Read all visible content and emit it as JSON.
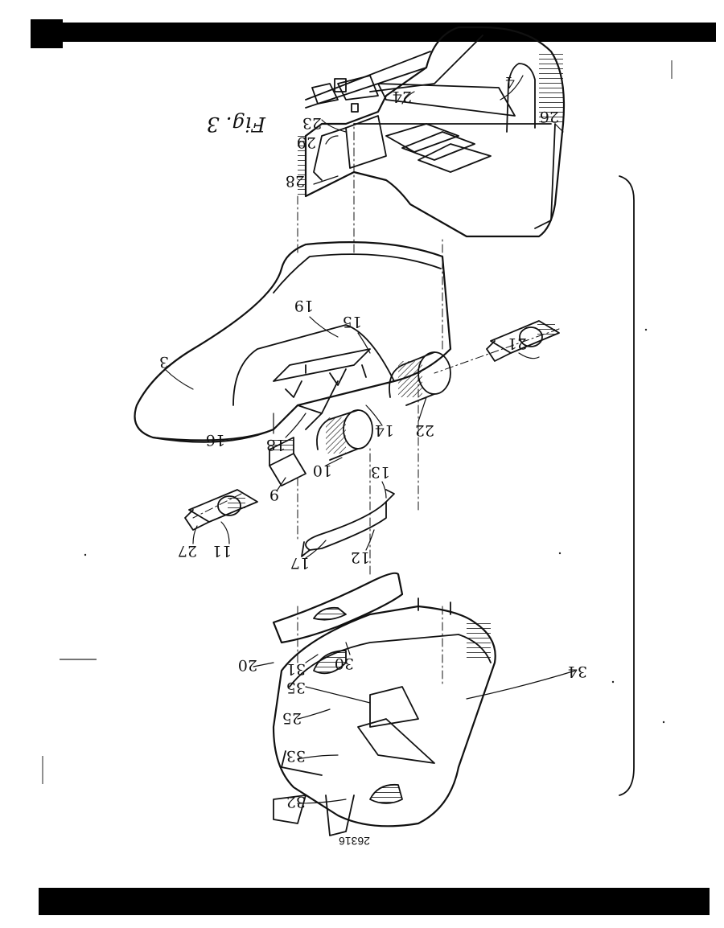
{
  "figure": {
    "caption": "Fig. 3",
    "drawing_number": "26316",
    "orientation": "rotated 180 degrees",
    "callouts": [
      {
        "id": "c4",
        "label": "4"
      },
      {
        "id": "c24",
        "label": "24"
      },
      {
        "id": "c26",
        "label": "26"
      },
      {
        "id": "c23",
        "label": "23"
      },
      {
        "id": "c29",
        "label": "29"
      },
      {
        "id": "c28",
        "label": "28"
      },
      {
        "id": "c15",
        "label": "15"
      },
      {
        "id": "c19",
        "label": "19"
      },
      {
        "id": "c3",
        "label": "3"
      },
      {
        "id": "c21",
        "label": "21"
      },
      {
        "id": "c14",
        "label": "14"
      },
      {
        "id": "c22",
        "label": "22"
      },
      {
        "id": "c18",
        "label": "18"
      },
      {
        "id": "c16",
        "label": "16"
      },
      {
        "id": "c10",
        "label": "10"
      },
      {
        "id": "c13",
        "label": "13"
      },
      {
        "id": "c9",
        "label": "9"
      },
      {
        "id": "c11",
        "label": "11"
      },
      {
        "id": "c27",
        "label": "27"
      },
      {
        "id": "c17",
        "label": "17"
      },
      {
        "id": "c12",
        "label": "12"
      },
      {
        "id": "c30",
        "label": "30"
      },
      {
        "id": "c20",
        "label": "20"
      },
      {
        "id": "c31",
        "label": "31"
      },
      {
        "id": "c34",
        "label": "34"
      },
      {
        "id": "c35",
        "label": "35"
      },
      {
        "id": "c25",
        "label": "25"
      },
      {
        "id": "c33",
        "label": "33"
      },
      {
        "id": "c32",
        "label": "32"
      }
    ]
  }
}
